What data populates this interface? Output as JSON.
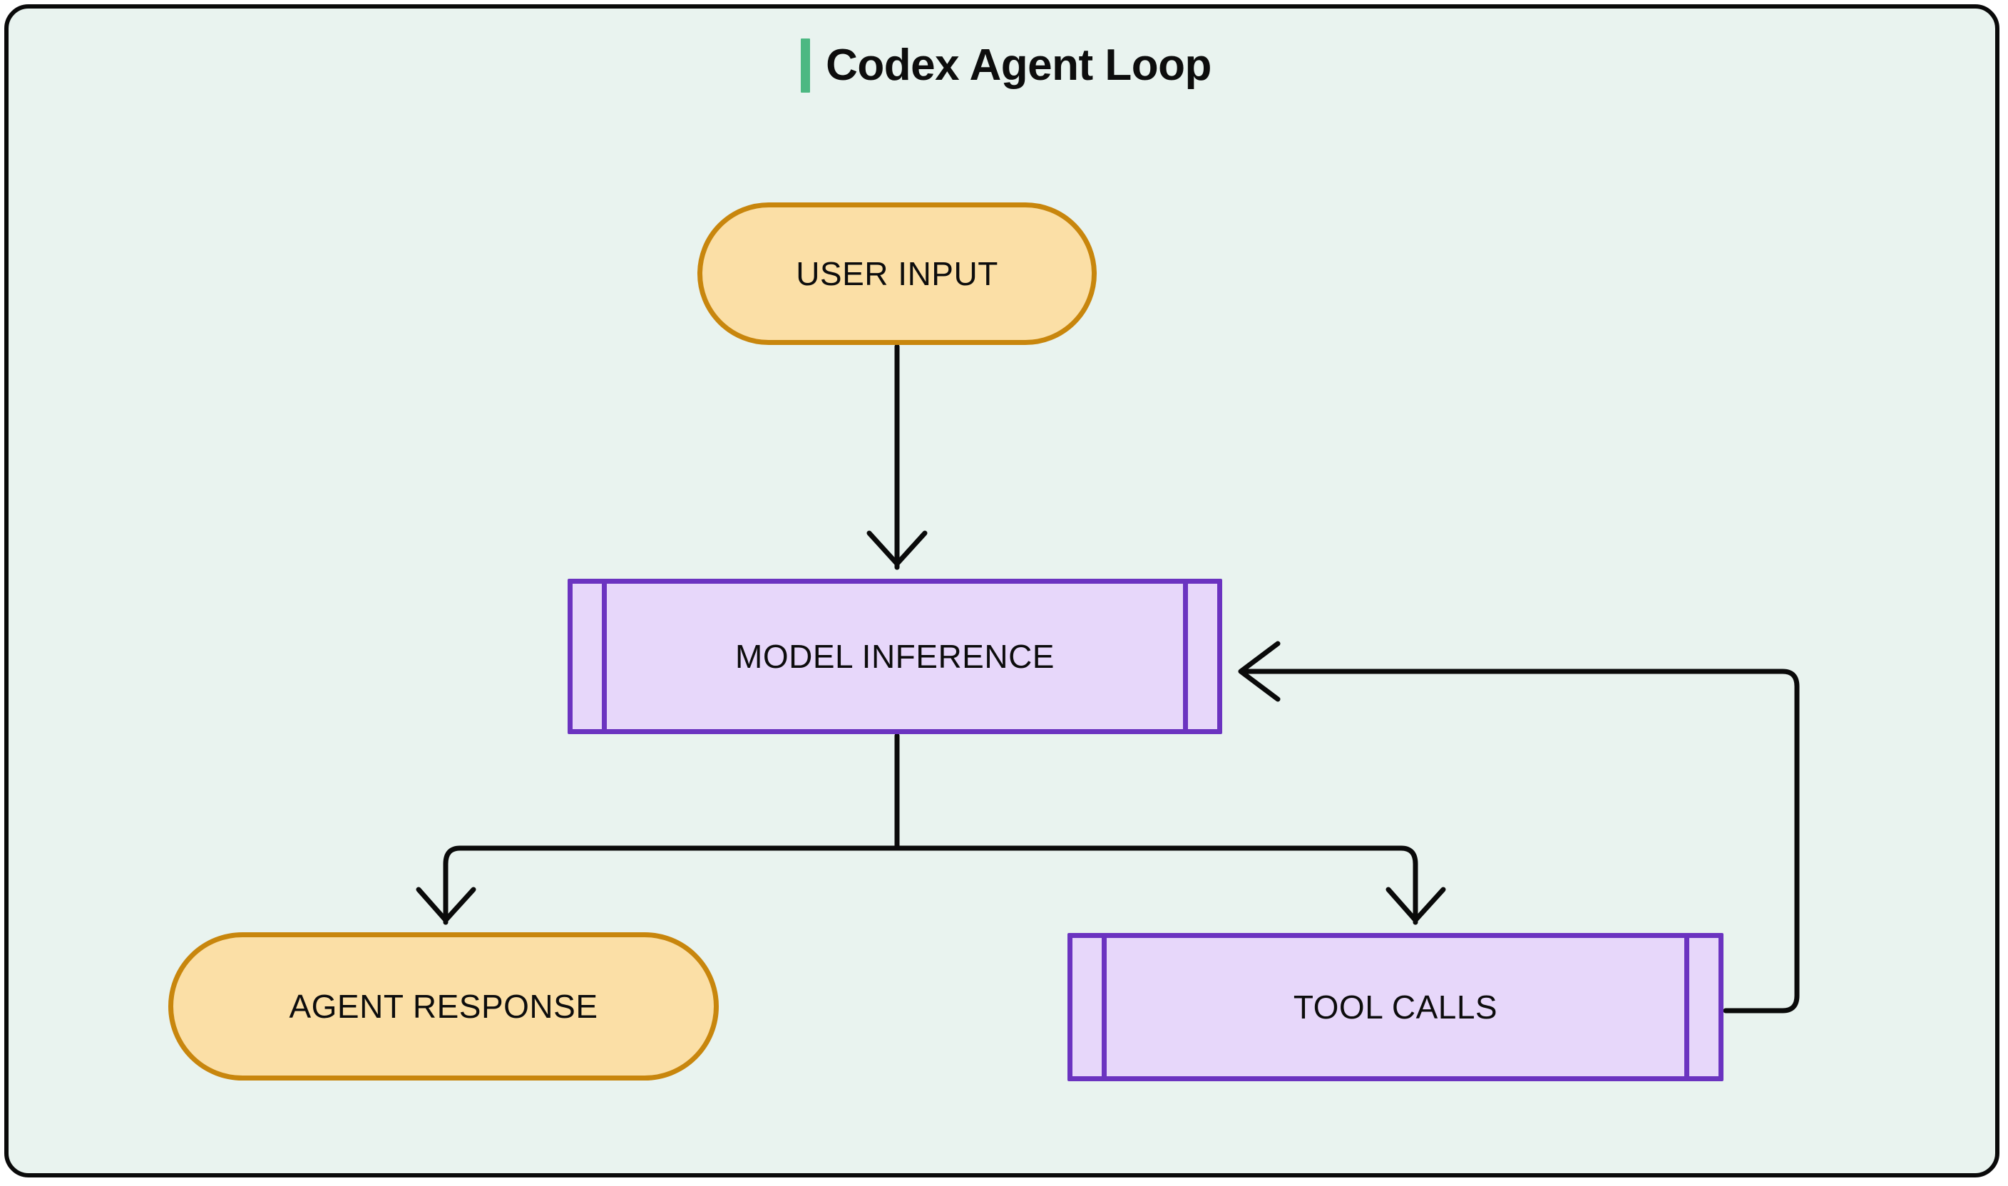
{
  "diagram": {
    "title": "Codex Agent Loop",
    "accent_color": "#4CB882",
    "background_color": "#E9F3EF",
    "border_color": "#0A0A0A",
    "nodes": [
      {
        "id": "user-input",
        "label": "USER INPUT",
        "shape": "stadium",
        "fill": "#FBDFA6",
        "stroke": "#C8860D"
      },
      {
        "id": "model-inference",
        "label": "MODEL INFERENCE",
        "shape": "subroutine",
        "fill": "#E7D7FA",
        "stroke": "#6B33C0"
      },
      {
        "id": "agent-response",
        "label": "AGENT RESPONSE",
        "shape": "stadium",
        "fill": "#FBDFA6",
        "stroke": "#C8860D"
      },
      {
        "id": "tool-calls",
        "label": "TOOL CALLS",
        "shape": "subroutine",
        "fill": "#E7D7FA",
        "stroke": "#6B33C0"
      }
    ],
    "edges": [
      {
        "id": "user-input-to-model-inference",
        "from": "USER INPUT",
        "to": "MODEL INFERENCE",
        "label": "",
        "arrow": "down"
      },
      {
        "id": "model-inference-to-agent-response",
        "from": "MODEL INFERENCE",
        "to": "AGENT RESPONSE",
        "label": "",
        "arrow": "down"
      },
      {
        "id": "model-inference-to-tool-calls",
        "from": "MODEL INFERENCE",
        "to": "TOOL CALLS",
        "label": "",
        "arrow": "down"
      },
      {
        "id": "tool-calls-to-model-inference",
        "from": "TOOL CALLS",
        "to": "MODEL INFERENCE",
        "label": "",
        "arrow": "left"
      }
    ],
    "edge_color": "#0A0A0A"
  }
}
